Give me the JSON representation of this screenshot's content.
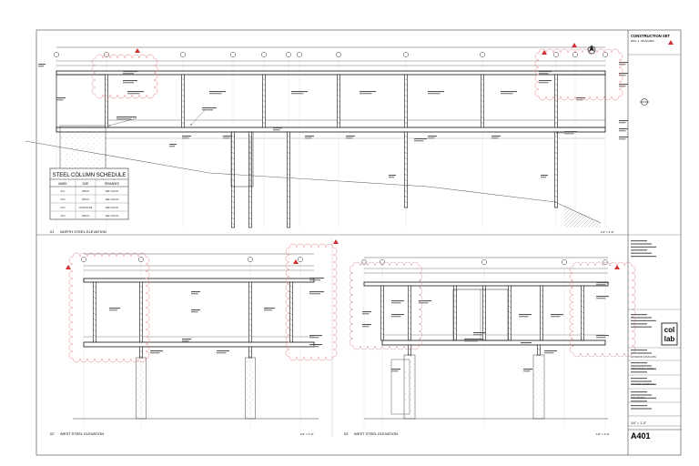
{
  "sheet": {
    "stamp": "CONSTRUCTION SET",
    "stamp_sub": "PKG. 2 - 05.22.2024",
    "logo_line1": "col",
    "logo_line2": "lab",
    "sheet_number": "A401",
    "scale_note": "1/4\" = 1'-0\"",
    "titleblock_items": [
      "EXTERIOR ENVELOPE",
      "STRUCTURAL STEEL",
      "COLUMN SCHEDULE",
      "ELEVATIONS"
    ]
  },
  "views": {
    "north": {
      "number": "01",
      "title": "NORTH STEEL ELEVATION",
      "scale": "1/4\" = 1'-0\""
    },
    "east": {
      "number": "02",
      "title": "WEST STEEL ELEVATION",
      "scale": "1/4\" = 1'-0\""
    },
    "south": {
      "number": "03",
      "title": "WEST STEEL ELEVATION",
      "scale": "1/4\" = 1'-0\""
    }
  },
  "schedule": {
    "title": "STEEL COLUMN SCHEDULE",
    "headers": [
      "MARK",
      "SIZE",
      "REMARKS"
    ],
    "rows": [
      [
        "SC1",
        "W8x31",
        "SEE 1/S3.01"
      ],
      [
        "SC2",
        "W8x31",
        "SEE 1/S3.01"
      ],
      [
        "SC3",
        "HSS6x6x3/8",
        "SEE 2/S3.01"
      ],
      [
        "SC4",
        "W8x31",
        "SEE 2/S3.01"
      ]
    ]
  }
}
